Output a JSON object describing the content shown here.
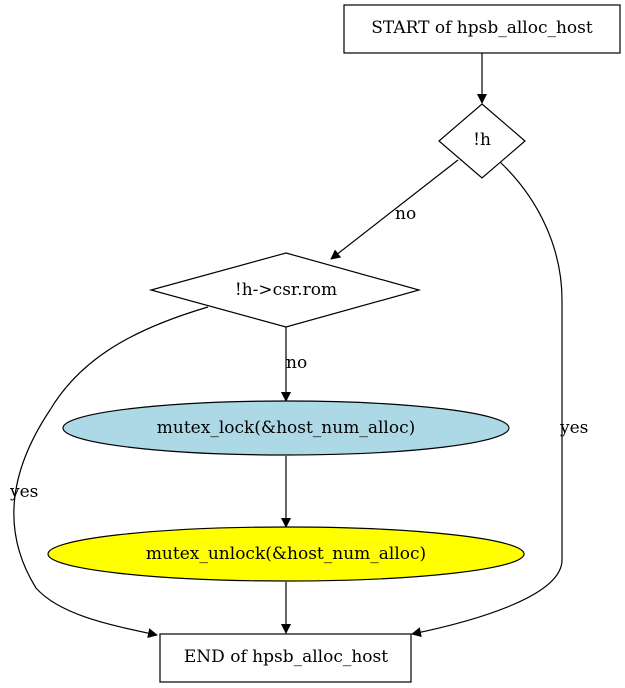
{
  "nodes": {
    "start": {
      "label": "START of hpsb_alloc_host",
      "shape": "rectangle",
      "fill": "#ffffff"
    },
    "check_h": {
      "label": "!h",
      "shape": "diamond",
      "fill": "#ffffff"
    },
    "check_csr_rom": {
      "label": "!h->csr.rom",
      "shape": "diamond",
      "fill": "#ffffff"
    },
    "mutex_lock": {
      "label": "mutex_lock(&host_num_alloc)",
      "shape": "ellipse",
      "fill": "#add8e6"
    },
    "mutex_unlock": {
      "label": "mutex_unlock(&host_num_alloc)",
      "shape": "ellipse",
      "fill": "#ffff00"
    },
    "end": {
      "label": "END of hpsb_alloc_host",
      "shape": "rectangle",
      "fill": "#ffffff"
    }
  },
  "edges": {
    "start_to_h": {
      "from": "start",
      "to": "check_h",
      "label": ""
    },
    "h_no": {
      "from": "check_h",
      "to": "check_csr_rom",
      "label": "no"
    },
    "h_yes": {
      "from": "check_h",
      "to": "end",
      "label": "yes"
    },
    "rom_no": {
      "from": "check_csr_rom",
      "to": "mutex_lock",
      "label": "no"
    },
    "rom_yes": {
      "from": "check_csr_rom",
      "to": "end",
      "label": "yes"
    },
    "lock_to_unlock": {
      "from": "mutex_lock",
      "to": "mutex_unlock",
      "label": ""
    },
    "unlock_to_end": {
      "from": "mutex_unlock",
      "to": "end",
      "label": ""
    }
  }
}
